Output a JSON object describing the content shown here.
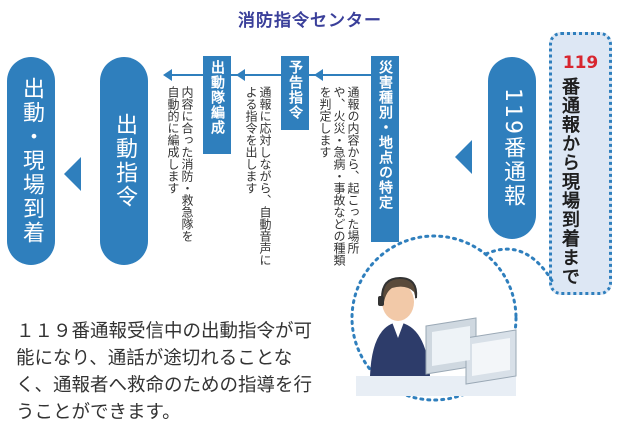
{
  "title": "消防指令センター",
  "left_pill": {
    "label": "出動・現場到着"
  },
  "mid_pill": {
    "label": "出動指令"
  },
  "call_pill": {
    "label": "119番通報"
  },
  "steps": [
    {
      "label": "災害種別・地点の特定",
      "desc": "通報の内容から、起こった場所や、火災・急病・事故などの種類を判定します"
    },
    {
      "label": "予告指令",
      "desc": "通報に応対しながら、自動音声による指令を出します"
    },
    {
      "label": "出動隊編成",
      "desc": "内容に合った消防・救急隊を自動的に編成します"
    }
  ],
  "callout": {
    "number": "119",
    "text": "番通報から現場到着まで"
  },
  "caption": "１１９番通報受信中の出動指令が可能になり、通話が途切れることなく、通報者へ救命のための指導を行うことができます。",
  "colors": {
    "accent": "#2f7fbd",
    "title": "#3a3f9a",
    "callout_bg": "#dde7f4",
    "number_red": "#d8262f"
  },
  "icons": [
    "left-triangle-arrow",
    "operator-illustration"
  ]
}
